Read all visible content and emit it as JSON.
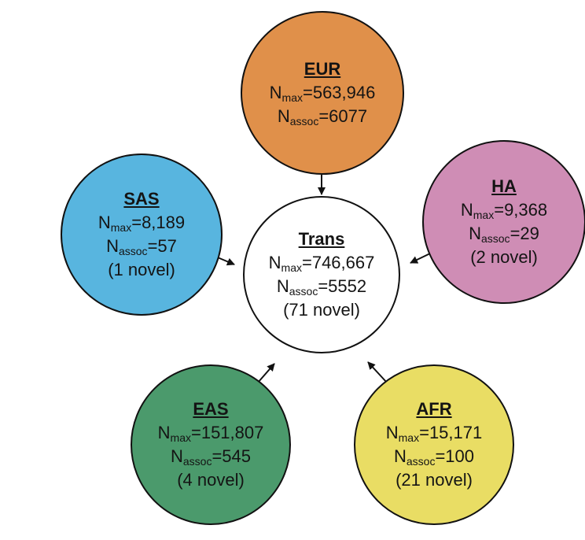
{
  "nodes": {
    "eur": {
      "title": "EUR",
      "nmax_value": "=563,946",
      "nassoc_value": "=6077",
      "novel": "",
      "color": "#E0904A"
    },
    "sas": {
      "title": "SAS",
      "nmax_value": "=8,189",
      "nassoc_value": "=57",
      "novel": "(1 novel)",
      "color": "#58B5DF"
    },
    "ha": {
      "title": "HA",
      "nmax_value": "=9,368",
      "nassoc_value": "=29",
      "novel": "(2 novel)",
      "color": "#CF8DB5"
    },
    "trans": {
      "title": "Trans",
      "nmax_value": "=746,667",
      "nassoc_value": "=5552",
      "novel": "(71 novel)",
      "color": "#FFFFFF"
    },
    "eas": {
      "title": "EAS",
      "nmax_value": "=151,807",
      "nassoc_value": "=545",
      "novel": "(4 novel)",
      "color": "#4B9A6C"
    },
    "afr": {
      "title": "AFR",
      "nmax_value": "=15,171",
      "nassoc_value": "=100",
      "novel": "(21 novel)",
      "color": "#E9DD64"
    }
  },
  "labels": {
    "n": "N",
    "max_sub": "max",
    "assoc_sub": "assoc"
  },
  "edges": [
    {
      "from": "eur",
      "to": "trans"
    },
    {
      "from": "sas",
      "to": "trans"
    },
    {
      "from": "ha",
      "to": "trans"
    },
    {
      "from": "eas",
      "to": "trans"
    },
    {
      "from": "afr",
      "to": "trans"
    }
  ]
}
